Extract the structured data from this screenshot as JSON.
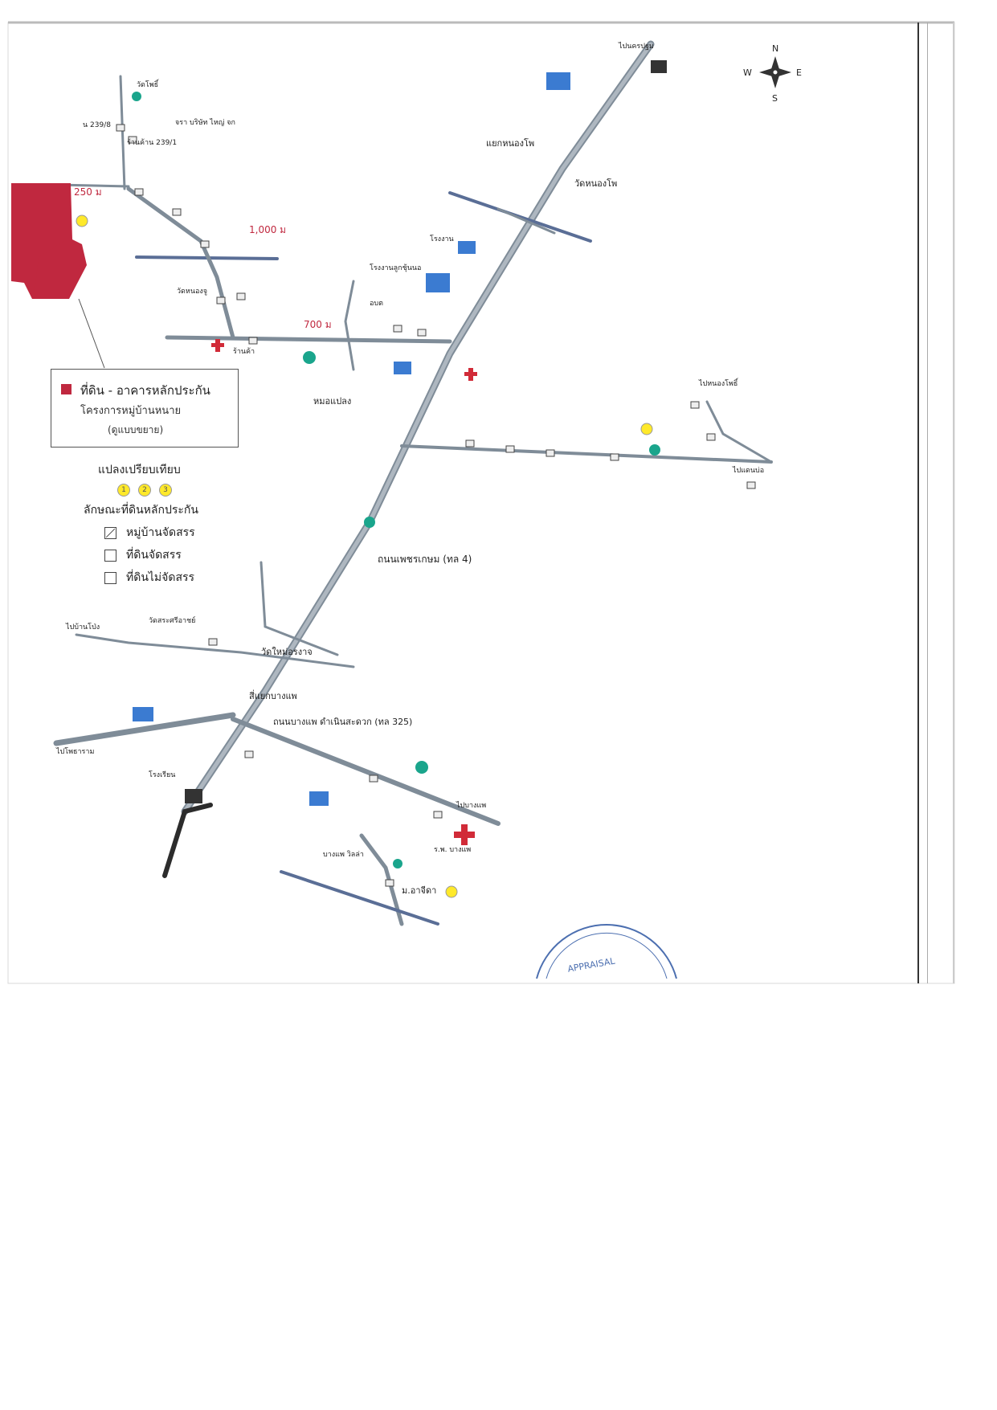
{
  "map": {
    "scale_labels": [
      "250 ม",
      "1,000 ม",
      "700 ม"
    ],
    "places": [
      "วัดโพธิ์",
      "จรา บริษัท ไหญ่ จก",
      "น 239/8",
      "ร้านค้าน 239/1",
      "ถนนเพชรเกษม (ทล 4)",
      "ถนนบางแพ ดำเนินสะดวก (ทล 325)",
      "วัดหนองโพ",
      "แยกหนองโพ",
      "โรงงาน",
      "โรงงานลูกชุ้นนอ",
      "หมอแปลง",
      "อบต",
      "ร้านค้า",
      "วัดใหม่อรงาจ",
      "สี่แยกบางแพ",
      "ร.พ. บางแพ",
      "ม.อาจีดา",
      "บางแพ วิลล่า",
      "ไปบางแพ",
      "ไปโพธาราม",
      "ไปบ้านโป่ง",
      "ไปนครปฐม",
      "ไปแดนบ่อ",
      "ไปหนองโพธิ์",
      "วัดหนองจู",
      "วัดสระศรีอาชย์",
      "โรงเรียน"
    ]
  },
  "compass": {
    "n": "N",
    "s": "S",
    "e": "E",
    "w": "W"
  },
  "legend": {
    "title": "ที่ดิน - อาคารหลักประกัน",
    "project": "โครงการหมู่บ้านหนาย",
    "note": "(ดูแบบขยาย)"
  },
  "comparison": {
    "title": "แปลงเปรียบเทียบ",
    "numbers": [
      "1",
      "2",
      "3"
    ],
    "subtitle": "ลักษณะที่ดินหลักประกัน",
    "items": [
      "หมู่บ้านจัดสรร",
      "ที่ดินจัดสรร",
      "ที่ดินไม่จัดสรร"
    ]
  },
  "stamp_text": "APPRAISAL"
}
